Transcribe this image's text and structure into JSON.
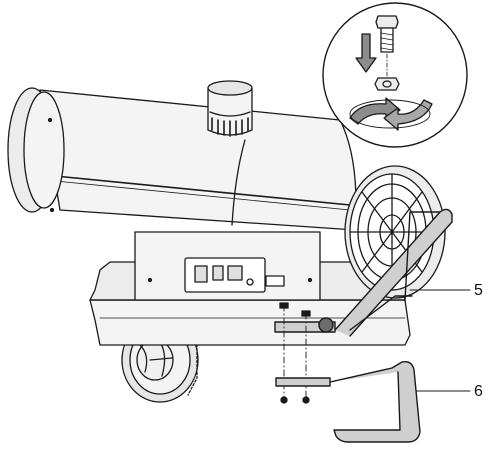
{
  "callouts": [
    {
      "id": "5",
      "label": "5"
    },
    {
      "id": "6",
      "label": "6"
    }
  ],
  "colors": {
    "line": "#1a1a1a",
    "body": "#f4f4f4",
    "shade": "#d9d9d9",
    "handle_fill": "#cfcfcf",
    "arrow_fill": "#8c8c8c"
  },
  "icons": [
    "bolt-icon",
    "nut-icon",
    "down-arrow-icon",
    "rotate-arrows-icon",
    "fan-guard-icon",
    "wheel-icon",
    "control-panel-icon"
  ]
}
